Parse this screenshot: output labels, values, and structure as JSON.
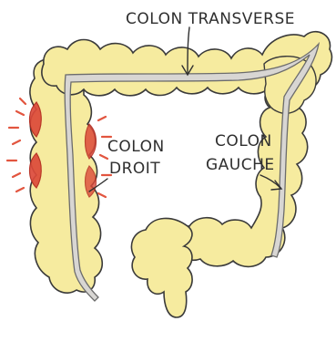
{
  "labels": {
    "transverse": "COLON TRANSVERSE",
    "right_line1": "COLON",
    "right_line2": "DROIT",
    "left_line1": "COLON",
    "left_line2": "GAUCHE"
  },
  "colors": {
    "colon_fill": "#f6eb9f",
    "colon_outline": "#3a3a3a",
    "inflamed": "#dd4a3a",
    "inflamed_outline": "#b3281c",
    "tube": "#d8d6d3",
    "tube_outline": "#6c6c6c",
    "ink": "#2f2f2f"
  },
  "icons": {
    "inflammation": "red-dashes-icon"
  }
}
